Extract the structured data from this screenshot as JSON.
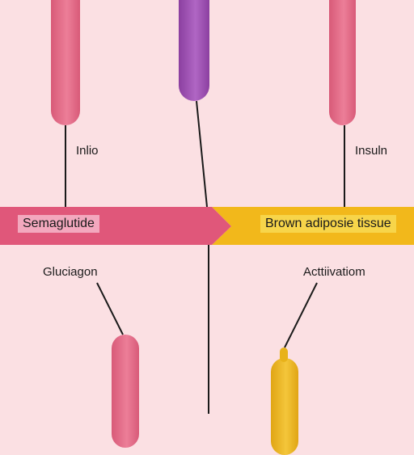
{
  "labels": {
    "top_left": "Inlio",
    "top_right": "Insuln",
    "bottom_left": "Gluciagon",
    "bottom_right": "Acttiivatiom"
  },
  "band": {
    "left_text": "Semaglutide",
    "right_text": "Brown adiposie tissue"
  },
  "colors": {
    "background": "#fbe0e3",
    "pink_tube": "#e06b86",
    "purple_tube": "#9b50b0",
    "yellow_tube": "#e8b21a",
    "band_pink": "#e0577a",
    "band_yellow": "#f2b81b",
    "line": "#1a1a1a"
  }
}
